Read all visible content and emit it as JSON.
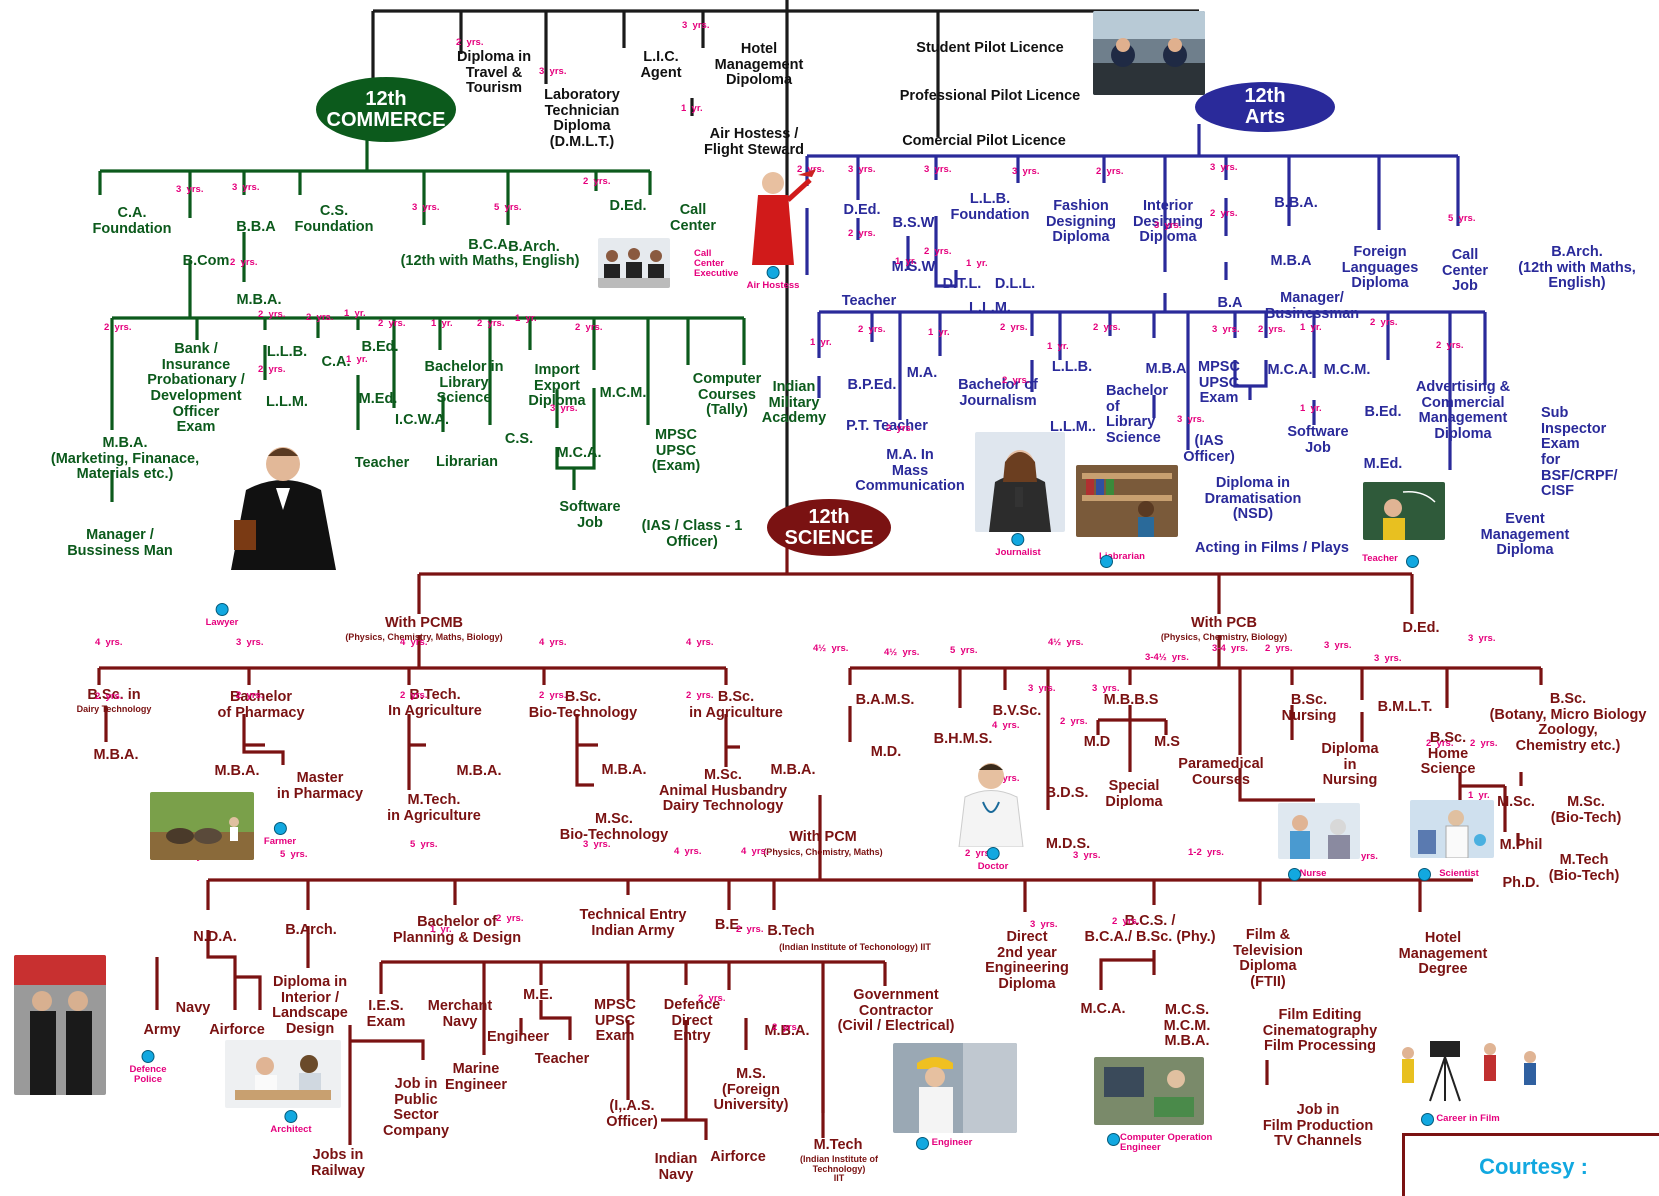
{
  "ovals": {
    "commerce": "12th\nCOMMERCE",
    "arts": "12th\nArts",
    "science": "12th\nSCIENCE"
  },
  "top": {
    "diploma_travel": "Diploma in\nTravel &\nTourism",
    "dmlt": "Laboratory\nTechnician\nDiploma\n(D.M.L.T.)",
    "lic": "L.I.C.\nAgent",
    "hotel_diploma": "Hotel\nManagement\nDipoloma",
    "air_hostess": "Air Hostess /\nFlight Steward",
    "student_pilot": "Student Pilot Licence",
    "professional_pilot": "Professional Pilot Licence",
    "commercial_pilot": "Comercial Pilot Licence"
  },
  "commerce": {
    "ca_foundation": "C.A.\nFoundation",
    "bcom": "B.Com",
    "bba": "B.B.A",
    "mba_bba": "M.B.A.",
    "cs_foundation": "C.S.\nFoundation",
    "bca": "B.C.A.\n(12th with Maths, English)",
    "barch": "B.Arch.",
    "ded": "D.Ed.",
    "call_center": "Call\nCenter",
    "mba_mkt": "M.B.A.\n(Marketing, Finanace,\nMaterials etc.)",
    "manager": "Manager /\nBussiness Man",
    "bank": "Bank /\nInsurance\nProbationary /\nDevelopment\nOfficer\nExam",
    "llb": "L.L.B.",
    "llm": "L.L.M.",
    "ca": "C.A.",
    "bed": "B.Ed.",
    "med": "M.Ed.",
    "teacher": "Teacher",
    "icwa": "I.C.W.A.",
    "blib": "Bachelor in\nLibrary\nScience",
    "librarian": "Librarian",
    "import_export": "Import\nExport\nDiploma",
    "cs": "C.S.",
    "mcm": "M.C.M.",
    "mca": "M.C.A.",
    "software": "Software\nJob",
    "mpsc": "MPSC\nUPSC\n(Exam)",
    "ias": "(IAS / Class - 1\nOfficer)",
    "computer": "Computer\nCourses\n(Tally)",
    "military": "Indian\nMilitary\nAcademy"
  },
  "arts": {
    "ded": "D.Ed.",
    "teacher": "Teacher",
    "bsw": "B.S.W.",
    "msw": "M.S.W.",
    "llb": "L.L.B.\nFoundation",
    "dtl": "D.T.L.",
    "dll": "D.L.L.",
    "llm": "L.L.M.",
    "fashion": "Fashion\nDesigning\nDiploma",
    "interior": "Interior\nDesigning\nDiploma",
    "ba": "B.A",
    "bba": "B.B.A.",
    "mba": "M.B.A",
    "manager": "Manager/\nBusinessman",
    "foreign": "Foreign\nLanguages\nDiploma",
    "call_center": "Call\nCenter\nJob",
    "barch": "B.Arch.\n(12th with Maths,\nEnglish)",
    "bped": "B.P.Ed.",
    "pt_teacher": "P.T. Teacher",
    "ma": "M.A.",
    "ma_mass": "M.A. In\nMass\nCommunication",
    "journalism": "Bachelor of\nJournalism",
    "llb2": "L.L.B.",
    "llm2": "L.L.M..",
    "blib": "Bachelor\nof\nLibrary\nScience",
    "mba2": "M.B.A",
    "mpsc": "MPSC\nUPSC\nExam",
    "ias": "(IAS\nOfficer)",
    "mca": "M.C.A.",
    "mcm": "M.C.M.",
    "software": "Software\nJob",
    "bed": "B.Ed.",
    "med": "M.Ed.",
    "advertising": "Advertising &\nCommercial\nManagement\nDiploma",
    "sub_inspector": "Sub\nInspector\nExam\nfor\nBSF/CRPF/\nCISF",
    "dramatisation": "Diploma in\nDramatisation\n(NSD)",
    "acting": "Acting in Films / Plays",
    "event": "Event\nManagement\nDiploma"
  },
  "science": {
    "pcmb": "With PCMB",
    "pcmb_sub": "(Physics, Chemistry, Maths, Biology)",
    "pcb": "With PCB",
    "pcb_sub": "(Physics, Chemistry, Biology)",
    "ded": "D.Ed.",
    "bsc_dairy": "B.Sc. in",
    "bsc_dairy_sub": "Dairy Technology",
    "mba_dairy": "M.B.A.",
    "bpharm": "Bachelor\nof Pharmacy",
    "mba_pharm": "M.B.A.",
    "mpharm": "Master\nin Pharmacy",
    "btech_agri": "B.Tech.\nIn Agriculture",
    "mtech_agri": "M.Tech.\nin Agriculture",
    "mba_agri": "M.B.A.",
    "bsc_bio": "B.Sc.\nBio-Technology",
    "mba_bio": "M.B.A.",
    "msc_bio": "M.Sc.\nBio-Technology",
    "bsc_agri": "B.Sc.\nin Agriculture",
    "msc_animal": "M.Sc.\nAnimal Husbandry\nDairy Technology",
    "mba_bsc_agri": "M.B.A.",
    "bams": "B.A.M.S.",
    "md1": "M.D.",
    "bhms": "B.H.M.S.",
    "bvsc": "B.V.Sc.",
    "mbbs": "M.B.B.S",
    "md2": "M.D",
    "ms": "M.S",
    "special": "Special\nDiploma",
    "bds": "B.D.S.",
    "mds": "M.D.S.",
    "paramedical": "Paramedical\nCourses",
    "bsc_nursing": "B.Sc.\nNursing",
    "diploma_nursing": "Diploma\nin\nNursing",
    "bmlt": "B.M.L.T.",
    "bsc_home": "B.Sc.\nHome\nScience",
    "bsc_botany": "B.Sc.\n(Botany, Micro Biology\nZoology,\nChemistry etc.)",
    "msc": "M.Sc.",
    "msc_biotech": "M.Sc.\n(Bio-Tech)",
    "mphil": "M.Phil",
    "phd": "Ph.D.",
    "mtech_biotech": "M.Tech\n(Bio-Tech)",
    "pcm": "With PCM",
    "pcm_sub": "(Physics, Chemistry, Maths)",
    "nda": "N.D.A.",
    "navy": "Navy",
    "army": "Army",
    "airforce": "Airforce",
    "barch": "B.Arch.",
    "diploma_interior": "Diploma in\nInterior /\nLandscape\nDesign",
    "planning": "Bachelor of\nPlanning & Design",
    "technical_army": "Technical Entry\nIndian Army",
    "be": "B.E.",
    "btech_iit": "B.Tech",
    "btech_iit_sub": "(Indian Institute of Techonology) IIT",
    "ies": "I.E.S.\nExam",
    "merchant": "Merchant\nNavy",
    "marine": "Marine\nEngineer",
    "me": "M.E.",
    "engineer": "Engineer",
    "teacher": "Teacher",
    "mpsc": "MPSC\nUPSC\nExam",
    "ias": "(I,.A.S.\nOfficer)",
    "defence": "Defence\nDirect\nEntry",
    "indian_navy": "Indian\nNavy",
    "airforce2": "Airforce",
    "mba": "M.B.A.",
    "ms_foreign": "M.S.\n(Foreign\nUniversity)",
    "mtech_iit": "M.Tech",
    "mtech_iit_sub": "(Indian Institute of\nTechnology)\nIIT",
    "govt": "Government\nContractor\n(Civil / Electrical)",
    "job_public": "Job in\nPublic\nSector\nCompany",
    "railway": "Jobs in\nRailway",
    "direct_2nd": "Direct\n2nd year\nEngineering\nDiploma",
    "bcs": "B.C.S. /\nB.C.A./ B.Sc. (Phy.)",
    "mca": "M.C.A.",
    "mcs": "M.C.S.\nM.C.M.\nM.B.A.",
    "film": "Film &\nTelevision\nDiploma\n(FTII)",
    "film_editing": "Film Editing\nCinematography\nFilm Processing",
    "film_job": "Job in\nFilm Production\nTV Channels",
    "hotel": "Hotel\nManagement\nDegree"
  },
  "captions": {
    "call_exec": "Call\nCenter\nExecutive",
    "air_hostess": "Air Hostess",
    "lawyer": "Lawyer",
    "journalist": "Journalist",
    "librarian": "Liabrarian",
    "teacher": "Teacher",
    "farmer": "Farmer",
    "doctor": "Doctor",
    "nurse": "Nurse",
    "scientist": "Scientist",
    "defence_police": "Defence\nPolice",
    "architect": "Architect",
    "engineer": "Engineer",
    "computer_engineer": "Computer Operation\nEngineer",
    "career_film": "Career in Film"
  },
  "years": [
    [
      "2",
      "yrs.",
      456,
      37
    ],
    [
      "3",
      "yrs.",
      539,
      66
    ],
    [
      "3",
      "yrs.",
      682,
      20
    ],
    [
      "1",
      "yr.",
      681,
      103
    ],
    [
      "3",
      "yrs.",
      176,
      184
    ],
    [
      "3",
      "yrs.",
      232,
      182
    ],
    [
      "2",
      "yrs.",
      230,
      257
    ],
    [
      "3",
      "yrs.",
      412,
      202
    ],
    [
      "5",
      "yrs.",
      494,
      202
    ],
    [
      "2",
      "yrs.",
      583,
      176
    ],
    [
      "2",
      "yrs.",
      104,
      322
    ],
    [
      "2",
      "yrs.",
      258,
      309
    ],
    [
      "2",
      "yrs.",
      258,
      364
    ],
    [
      "2",
      "yrs.",
      306,
      312
    ],
    [
      "1",
      "yr.",
      344,
      308
    ],
    [
      "1",
      "yr.",
      346,
      354
    ],
    [
      "2",
      "yrs.",
      378,
      318
    ],
    [
      "1",
      "yr.",
      431,
      318
    ],
    [
      "2",
      "yrs.",
      477,
      318
    ],
    [
      "1",
      "yr.",
      515,
      313
    ],
    [
      "2",
      "yrs.",
      575,
      322
    ],
    [
      "3",
      "yrs.",
      550,
      403
    ],
    [
      "2",
      "yrs.",
      797,
      164
    ],
    [
      "3",
      "yrs.",
      848,
      164
    ],
    [
      "3",
      "yrs.",
      924,
      164
    ],
    [
      "2",
      "yrs.",
      848,
      228
    ],
    [
      "1",
      "yr.",
      895,
      256
    ],
    [
      "2",
      "yrs.",
      924,
      246
    ],
    [
      "1",
      "yr.",
      966,
      258
    ],
    [
      "3",
      "yrs.",
      1012,
      166
    ],
    [
      "2",
      "yrs.",
      1096,
      166
    ],
    [
      "3",
      "yrs.",
      1154,
      220
    ],
    [
      "3",
      "yrs.",
      1210,
      162
    ],
    [
      "2",
      "yrs.",
      1210,
      208
    ],
    [
      "5",
      "yrs.",
      1448,
      213
    ],
    [
      "1",
      "yr.",
      810,
      337
    ],
    [
      "2",
      "yrs.",
      858,
      324
    ],
    [
      "1",
      "yr.",
      928,
      327
    ],
    [
      "2",
      "yrs.",
      1000,
      322
    ],
    [
      "2",
      "yrs.",
      1002,
      375
    ],
    [
      "1",
      "yr.",
      1047,
      341
    ],
    [
      "2",
      "yrs.",
      1093,
      322
    ],
    [
      "3",
      "yrs.",
      1177,
      414
    ],
    [
      "3",
      "yrs.",
      1212,
      324
    ],
    [
      "2",
      "yrs.",
      1258,
      324
    ],
    [
      "1",
      "yr.",
      1300,
      322
    ],
    [
      "2",
      "yrs.",
      1370,
      317
    ],
    [
      "1",
      "yr.",
      1300,
      403
    ],
    [
      "2",
      "yrs.",
      1436,
      340
    ],
    [
      "2",
      "yrs.",
      886,
      423
    ],
    [
      "4",
      "yrs.",
      95,
      637
    ],
    [
      "2",
      "yrs.",
      95,
      691
    ],
    [
      "3",
      "yrs.",
      236,
      637
    ],
    [
      "2",
      "yrs.",
      236,
      690
    ],
    [
      "4",
      "yrs.",
      400,
      637
    ],
    [
      "2",
      "yrs.",
      400,
      690
    ],
    [
      "4",
      "yrs.",
      539,
      637
    ],
    [
      "2",
      "yrs.",
      539,
      690
    ],
    [
      "4",
      "yrs.",
      686,
      637
    ],
    [
      "2",
      "yrs.",
      686,
      690
    ],
    [
      "4½",
      "yrs.",
      813,
      643
    ],
    [
      "4½",
      "yrs.",
      884,
      647
    ],
    [
      "5",
      "yrs.",
      950,
      645
    ],
    [
      "4½",
      "yrs.",
      1048,
      637
    ],
    [
      "3",
      "yrs.",
      1028,
      683
    ],
    [
      "3",
      "yrs.",
      1092,
      683
    ],
    [
      "2",
      "yrs.",
      1060,
      716
    ],
    [
      "3-4½",
      "yrs.",
      1145,
      652
    ],
    [
      "3-4",
      "yrs.",
      1212,
      643
    ],
    [
      "2",
      "yrs.",
      1265,
      643
    ],
    [
      "3",
      "yrs.",
      1324,
      640
    ],
    [
      "3",
      "yrs.",
      1374,
      653
    ],
    [
      "3",
      "yrs.",
      1468,
      633
    ],
    [
      "4",
      "yrs.",
      992,
      720
    ],
    [
      "2",
      "yrs.",
      992,
      773
    ],
    [
      "2",
      "yrs.",
      1426,
      738
    ],
    [
      "2",
      "yrs.",
      1470,
      738
    ],
    [
      "1",
      "yr.",
      1468,
      790
    ],
    [
      "3",
      "yrs.",
      186,
      851
    ],
    [
      "5",
      "yrs.",
      280,
      849
    ],
    [
      "5",
      "yrs.",
      410,
      839
    ],
    [
      "3",
      "yrs.",
      583,
      839
    ],
    [
      "4",
      "yrs.",
      674,
      846
    ],
    [
      "4",
      "yrs.",
      741,
      846
    ],
    [
      "2",
      "yrs.",
      965,
      848
    ],
    [
      "3",
      "yrs.",
      1073,
      850
    ],
    [
      "1-2",
      "yrs.",
      1188,
      847
    ],
    [
      "3-4",
      "yrs.",
      1342,
      851
    ],
    [
      "1",
      "yr.",
      430,
      924
    ],
    [
      "2",
      "yrs.",
      496,
      913
    ],
    [
      "2",
      "yrs.",
      736,
      924
    ],
    [
      "2",
      "yrs.",
      698,
      993
    ],
    [
      "2",
      "yrs.",
      772,
      1022
    ],
    [
      "3",
      "yrs.",
      1030,
      919
    ],
    [
      "2",
      "yrs.",
      1112,
      916
    ]
  ]
}
